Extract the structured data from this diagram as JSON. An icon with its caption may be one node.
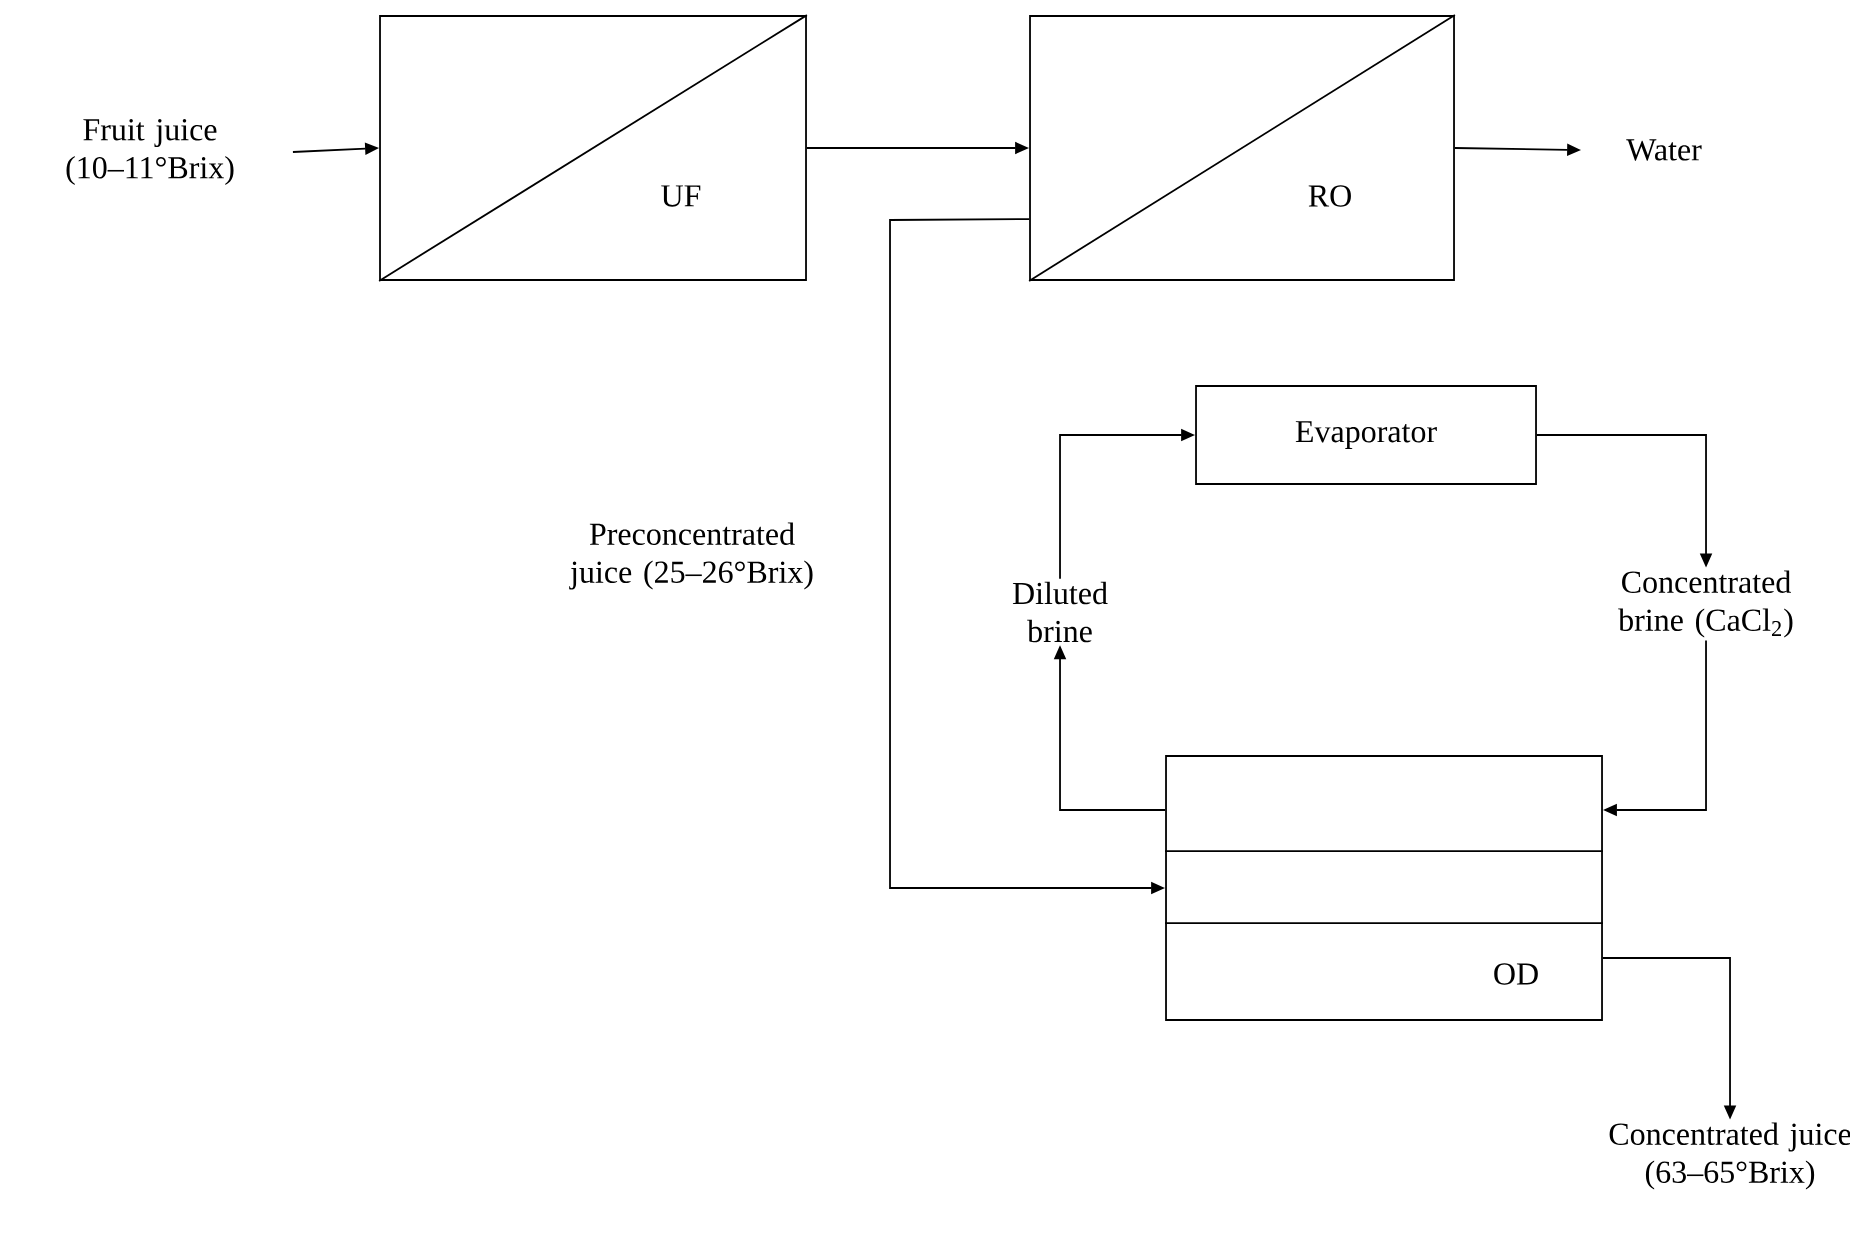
{
  "diagram": {
    "nodes": [
      {
        "text": [
          "Fruit juice (10–11°Brix)"
        ]
      },
      {
        "text": [
          "UF"
        ]
      },
      {
        "text": [
          "RO"
        ]
      },
      {
        "text": [
          "Water"
        ]
      },
      {
        "text": [
          "Evaporator"
        ]
      },
      {
        "text": [
          "Diluted brine"
        ]
      },
      {
        "text": [
          "Concentrated brine (CaCl$_{2}$)"
        ]
      },
      {
        "text": [
          "OD"
        ]
      },
      {
        "text": [
          "Concentrated juice (63–65°Brix)"
        ]
      }
    ],
    "edges": [
      {
        "from": 0,
        "to": 1,
        "arrow": "to"
      },
      {
        "from": 1,
        "to": 2,
        "arrow": "to"
      },
      {
        "from": 2,
        "to": 3,
        "arrow": "to"
      },
      {
        "from": 2,
        "to": 7,
        "arrow": "to",
        "label": "Preconcentrated juice (25–26°Brix)"
      },
      {
        "from": 7,
        "to": 5,
        "arrow": "to"
      },
      {
        "from": 5,
        "to": 4,
        "arrow": "to"
      },
      {
        "from": 4,
        "to": 6,
        "arrow": "to"
      },
      {
        "from": 6,
        "to": 7,
        "arrow": "to"
      },
      {
        "from": 7,
        "to": 8,
        "arrow": "to"
      }
    ]
  }
}
